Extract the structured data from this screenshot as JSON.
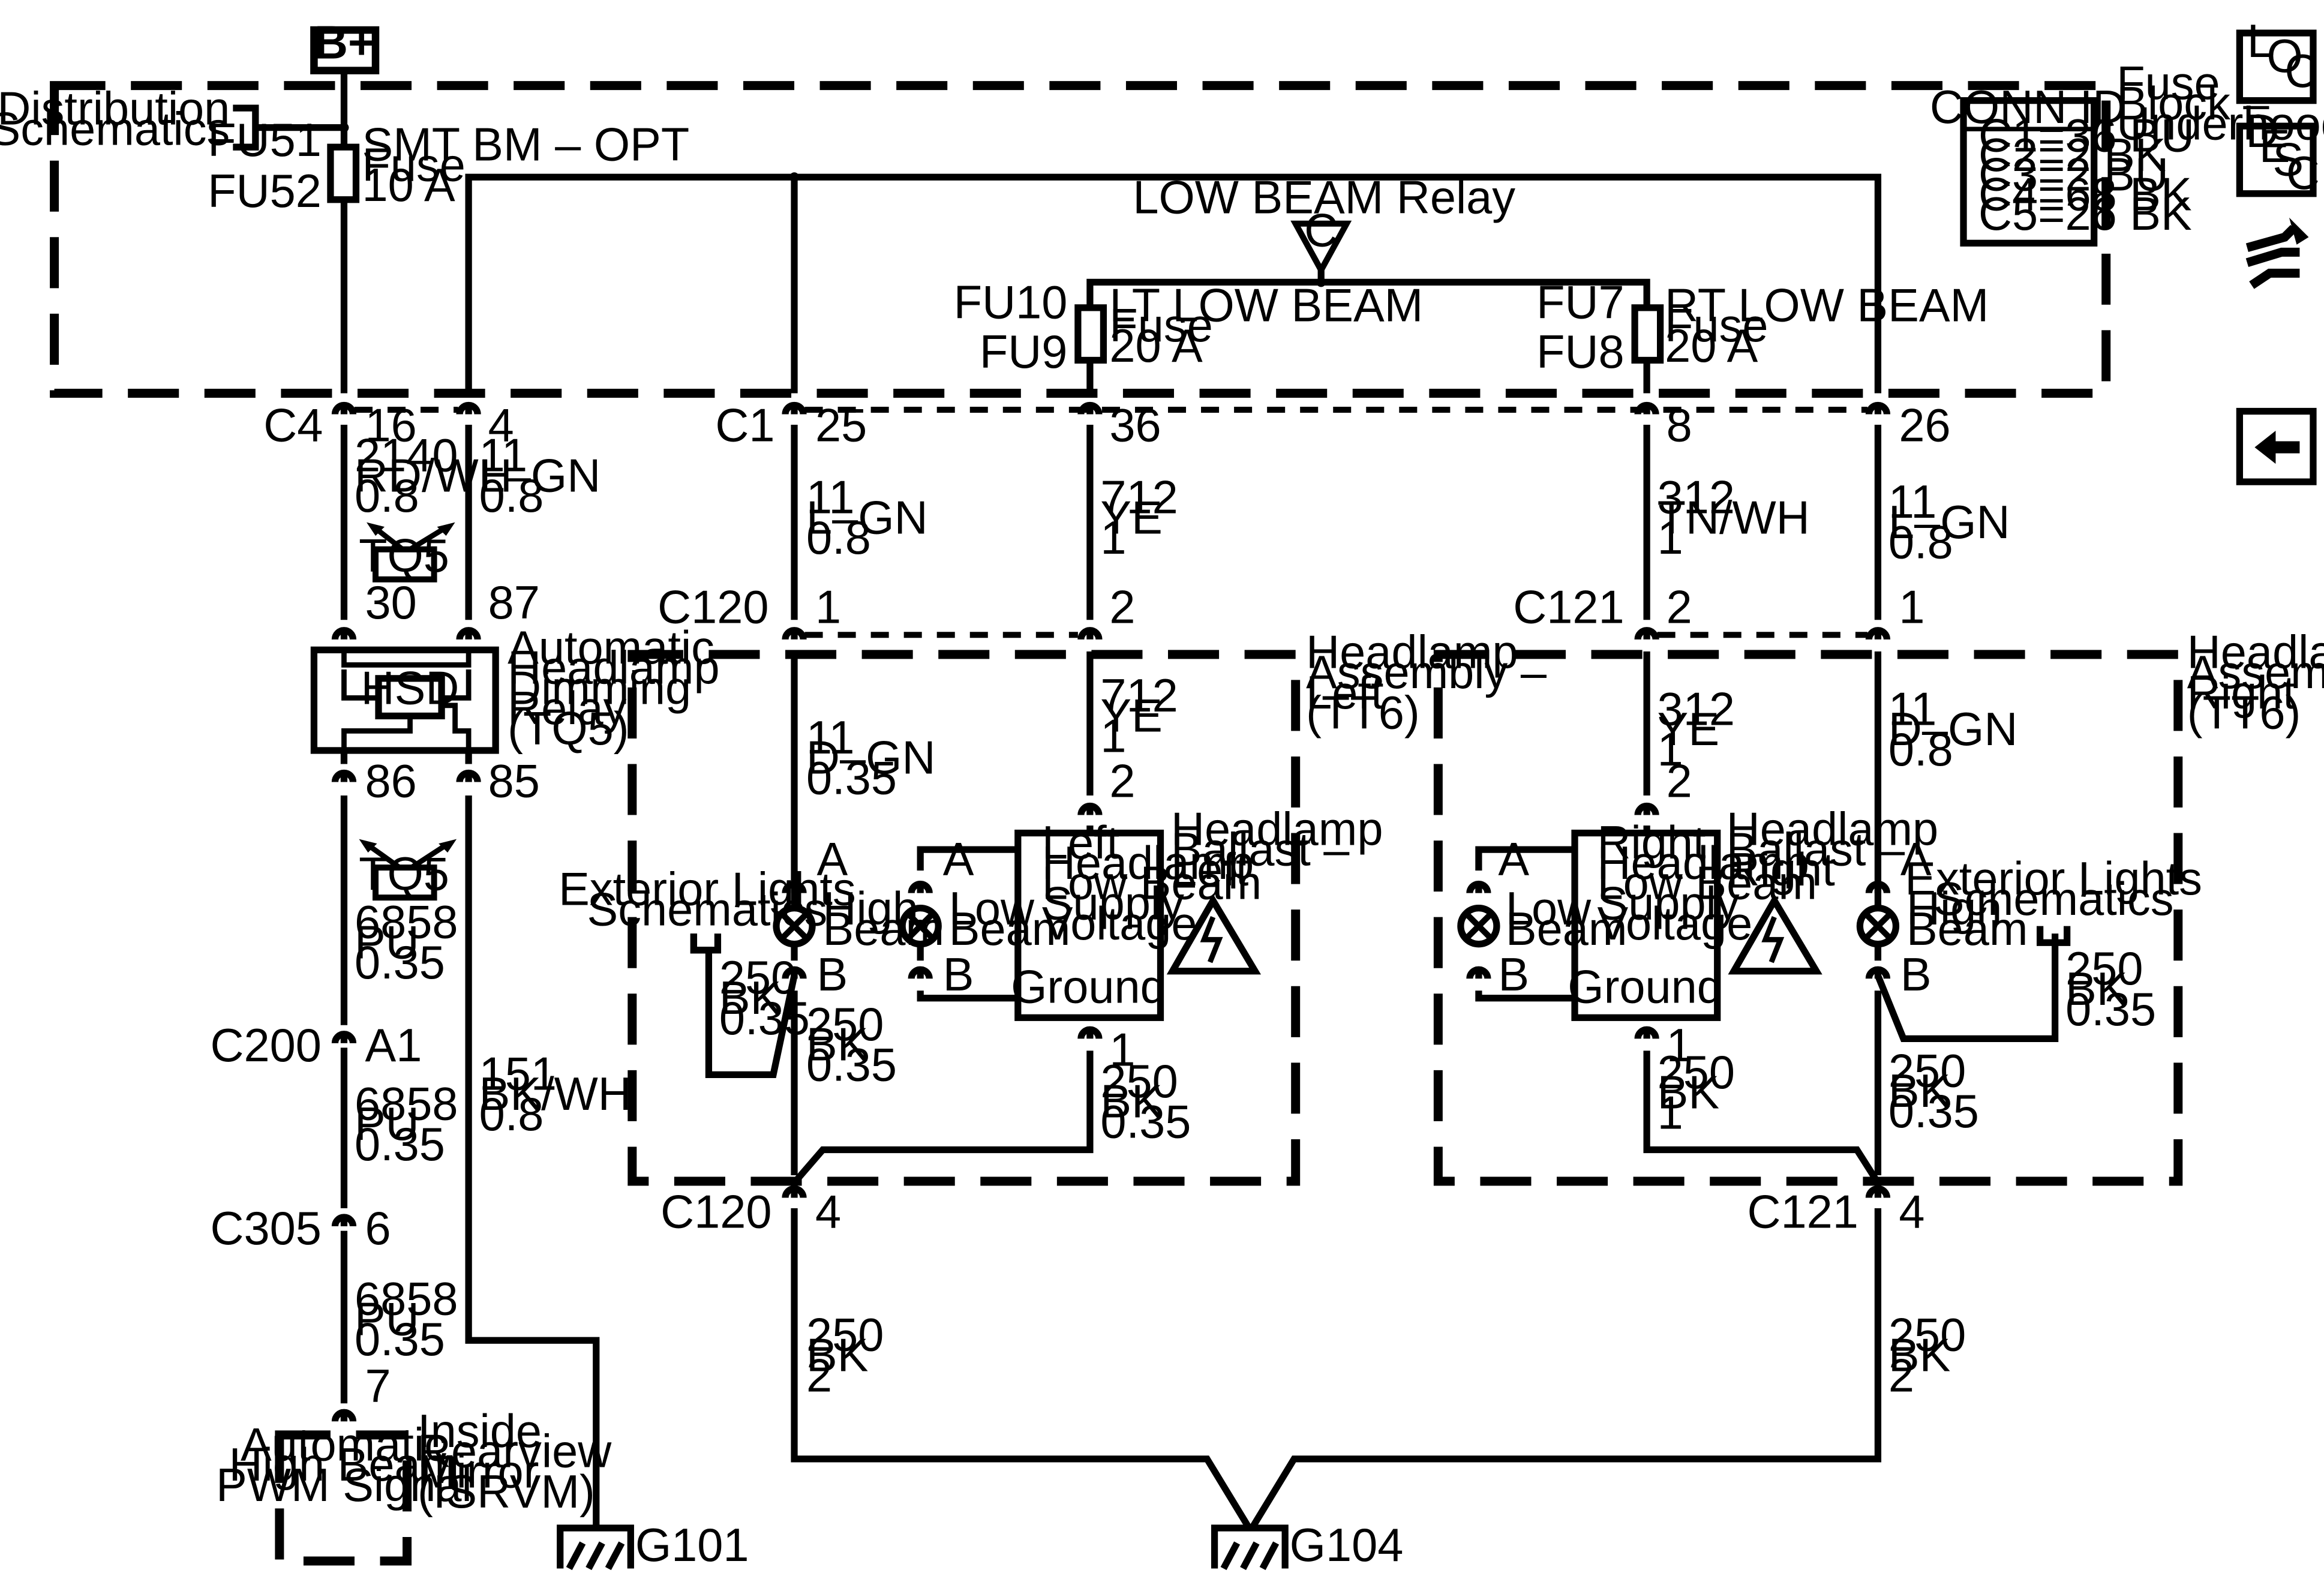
{
  "power": {
    "b_plus": "B+"
  },
  "fuse_block": {
    "label_lines": [
      "Fuse",
      "Block –",
      "Underhood"
    ],
    "conn_id": {
      "title": "CONN ID",
      "rows": [
        "C1=36 BU",
        "C2=2 BK",
        "C3=2 BU",
        "C4=68 BK",
        "C5=26 BK"
      ]
    },
    "pds_lines": [
      "Power Distribution",
      "Schematics"
    ],
    "fuse_smt": {
      "top_pin": "FU51",
      "bottom_pin": "FU52",
      "lines": [
        "SMT BM – OPT",
        "Fuse",
        "10 A"
      ]
    },
    "relay_title": "LOW BEAM Relay",
    "relay_pin": "C",
    "fuse_lt": {
      "top_pin": "FU10",
      "bottom_pin": "FU9",
      "lines": [
        "LT LOW BEAM",
        "Fuse",
        "20 A"
      ]
    },
    "fuse_rt": {
      "top_pin": "FU7",
      "bottom_pin": "FU8",
      "lines": [
        "RT LOW BEAM",
        "Fuse",
        "20 A"
      ]
    }
  },
  "connectors": {
    "c4": {
      "name": "C4",
      "pin_a": "16",
      "pin_b": "4"
    },
    "c1": {
      "name": "C1",
      "pin_a": "25",
      "pin_b": "36",
      "pin_c": "8",
      "pin_d": "26"
    },
    "c120_top": {
      "name": "C120",
      "pin_a": "1",
      "pin_b": "2"
    },
    "c121_top": {
      "name": "C121",
      "pin_a": "2",
      "pin_b": "1"
    },
    "c120_bottom": {
      "name": "C120",
      "pin": "4"
    },
    "c121_bottom": {
      "name": "C121",
      "pin": "4"
    },
    "c200": {
      "name": "C200",
      "pin": "A1"
    },
    "c305": {
      "name": "C305",
      "pin": "6"
    },
    "isrvm_pin": "7"
  },
  "wires": {
    "w2140": [
      "2140",
      "RD/WH",
      "0.8"
    ],
    "w11_lgn_a": [
      "11",
      "L–GN",
      "0.8"
    ],
    "w11_lgn_b": [
      "11",
      "L–GN",
      "0.8"
    ],
    "w712_a": [
      "712",
      "YE",
      "1"
    ],
    "w312_a": [
      "312",
      "TN/WH",
      "1"
    ],
    "w11_lgn_c": [
      "11",
      "L–GN",
      "0.8"
    ],
    "w11_dgn_l": [
      "11",
      "D–GN",
      "0.35"
    ],
    "w712_b": [
      "712",
      "YE",
      "1"
    ],
    "w312_b": [
      "312",
      "YE",
      "1"
    ],
    "w11_dgn_r": [
      "11",
      "D–GN",
      "0.8"
    ],
    "w6858_a": [
      "6858",
      "PU",
      "0.35"
    ],
    "w6858_b": [
      "6858",
      "PU",
      "0.35"
    ],
    "w6858_c": [
      "6858",
      "PU",
      "0.35"
    ],
    "w151": [
      "151",
      "BK/WH",
      "0.8"
    ],
    "w250_ext_l": [
      "250",
      "BK",
      "0.35"
    ],
    "w250_hb_l": [
      "250",
      "BK",
      "0.35"
    ],
    "w250_bal_l": [
      "250",
      "BK",
      "0.35"
    ],
    "w250_bal_r": [
      "250",
      "BK",
      "1"
    ],
    "w250_hb_r": [
      "250",
      "BK",
      "0.35"
    ],
    "w250_ext_r": [
      "250",
      "BK",
      "0.35"
    ],
    "w250_gnd_l": [
      "250",
      "BK",
      "2"
    ],
    "w250_gnd_r": [
      "250",
      "BK",
      "2"
    ]
  },
  "relay_dimming": {
    "pin30": "30",
    "pin87": "87",
    "pin86": "86",
    "pin85": "85",
    "hsd": "HSD",
    "label_lines": [
      "Automatic",
      "Headlamp",
      "Dimming",
      "Relay",
      "(TQ5)"
    ]
  },
  "tq_tags": [
    "TQ5",
    "TQ5"
  ],
  "headlamp_left": {
    "label_lines": [
      "Headlamp",
      "Assembly –",
      "Left",
      "(TT6)"
    ],
    "high_beam": [
      "High",
      "Beam"
    ],
    "low_beam": [
      "Low",
      "Beam"
    ],
    "pin_a": "A",
    "pin_b": "B",
    "ballast_pin_top": "2",
    "ballast_pin_bottom": "1",
    "ballast_box": [
      "Left",
      "Headlamp",
      "Low Beam",
      "Supply",
      "Voltage"
    ],
    "ballast_ground": "Ground",
    "ballast_label": [
      "Headlamp",
      "Ballast –",
      "Left"
    ],
    "ext_lights": [
      "Exterior Lights",
      "Schematics"
    ]
  },
  "headlamp_right": {
    "label_lines": [
      "Headlamp",
      "Assembly –",
      "Right",
      "(TT6)"
    ],
    "high_beam": [
      "High",
      "Beam"
    ],
    "low_beam": [
      "Low",
      "Beam"
    ],
    "pin_a": "A",
    "pin_b": "B",
    "ballast_pin_top": "2",
    "ballast_pin_bottom": "1",
    "ballast_box": [
      "Right",
      "Headlamp",
      "Low Beam",
      "Supply",
      "Voltage"
    ],
    "ballast_ground": "Ground",
    "ballast_label": [
      "Headlamp",
      "Ballast –",
      "Right"
    ],
    "ext_lights": [
      "Exterior Lights",
      "Schematics"
    ]
  },
  "isrvm": {
    "box_lines": [
      "Automatic",
      "High Beam",
      "PWM Signal"
    ],
    "label_lines": [
      "Inside",
      "Rearview",
      "Mirror",
      "(ISRVM)"
    ]
  },
  "grounds": {
    "g101": "G101",
    "g104": "G104"
  },
  "side_nav": {
    "loc": [
      "L",
      "O",
      "C"
    ],
    "desc": [
      "D",
      "E",
      "S",
      "C"
    ]
  }
}
